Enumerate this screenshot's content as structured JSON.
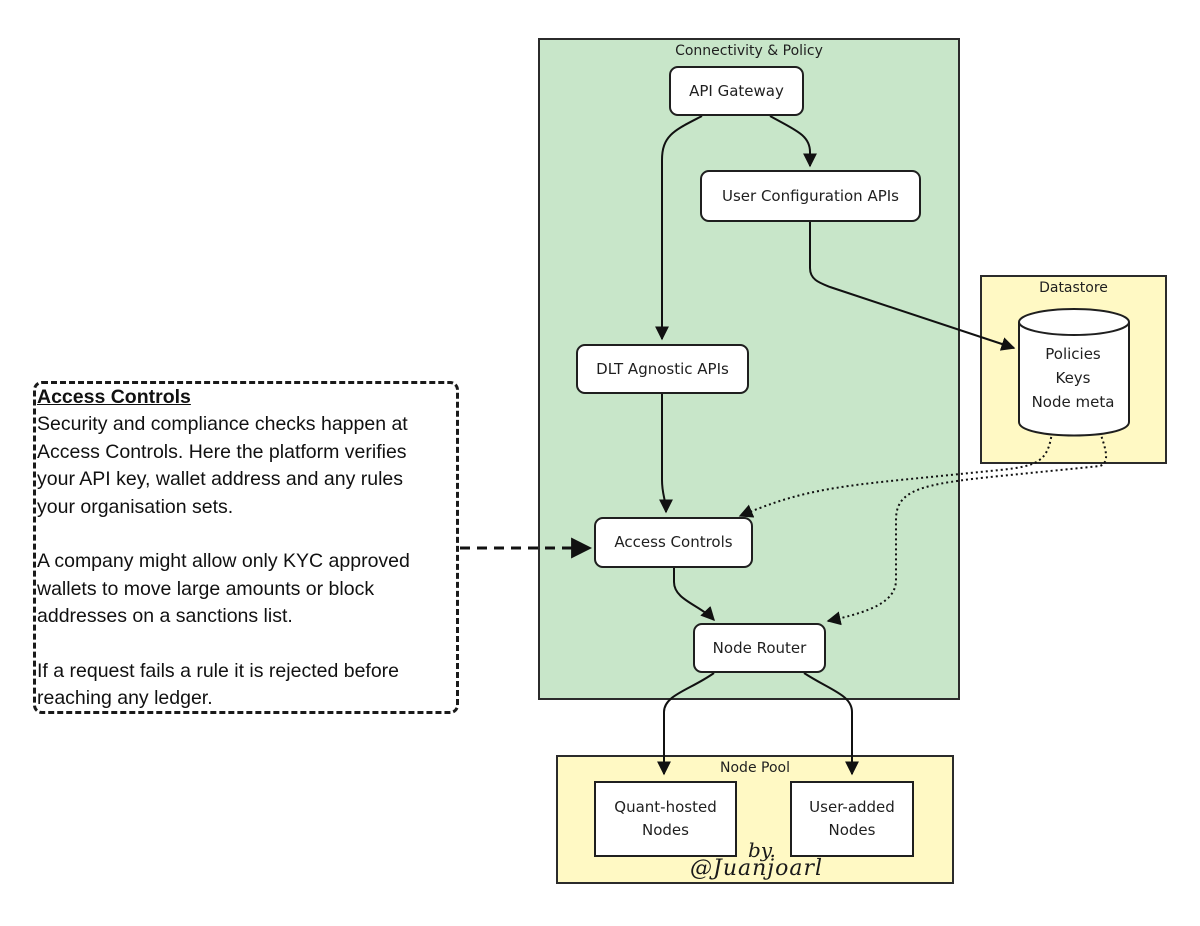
{
  "groups": {
    "connectivity": "Connectivity & Policy",
    "datastore": "Datastore",
    "node_pool": "Node Pool"
  },
  "nodes": {
    "api_gateway": "API Gateway",
    "user_config": "User Configuration APIs",
    "dlt_agnostic": "DLT Agnostic APIs",
    "access_controls": "Access Controls",
    "node_router": "Node Router",
    "quant_hosted": [
      "Quant-hosted",
      "Nodes"
    ],
    "user_added": [
      "User-added",
      "Nodes"
    ]
  },
  "datastore_items": [
    "Policies",
    "Keys",
    "Node meta"
  ],
  "note": {
    "heading": "Access Controls",
    "paragraphs": [
      "Security and compliance checks happen at Access Controls. Here the platform verifies your API key, wallet address and any rules your organisation sets.",
      "A company might allow only KYC approved wallets to move large amounts or block addresses on a sanctions list.",
      "If a request fails a rule it is rejected before reaching any ledger."
    ]
  },
  "signature": {
    "by": "by.",
    "handle": "@Juanjoarl"
  },
  "colors": {
    "green_group": "#c8e6c9",
    "yellow_group": "#fff9c4",
    "border": "#1f1f1f"
  }
}
